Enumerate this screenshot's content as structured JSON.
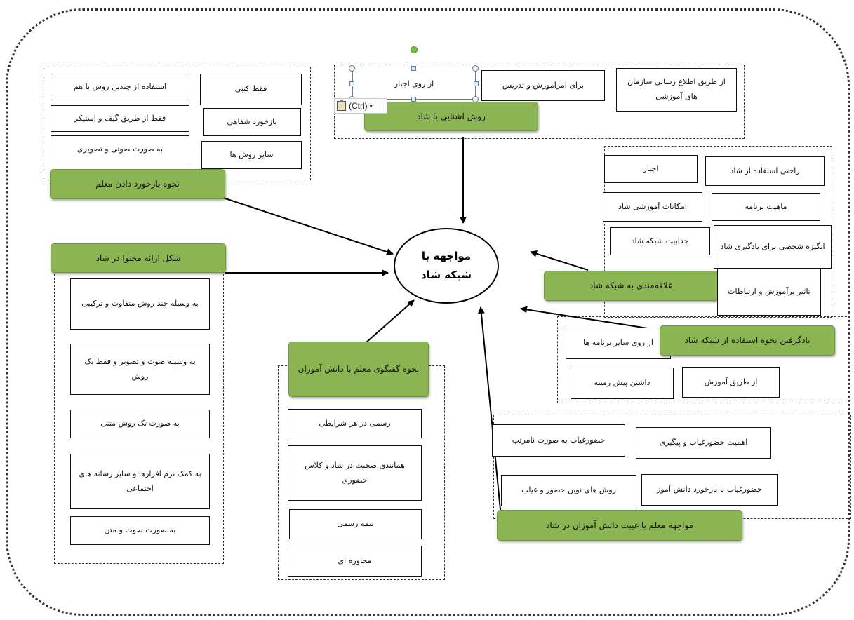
{
  "center": {
    "label": "مواجهه با شبکه شاد"
  },
  "edit_ui": {
    "paste_label": "(Ctrl)",
    "paste_caret": "▾"
  },
  "top": {
    "title": "روش آشنایی با شاد",
    "boxes": [
      "از روی اجبار",
      "برای امرآموزش و تدریس",
      "از طریق اطلاع رسانی سازمان های آموزشی"
    ]
  },
  "feedback": {
    "title": "نحوه بازخورد دادن معلم",
    "boxes": [
      "استفاده از چندین روش با هم",
      "فقط کتبی",
      "فقط از طریق گیف و استیکر",
      "بازخورد شفاهی",
      "به صورت صوتی و تصویری",
      "سایر روش ها"
    ]
  },
  "interest": {
    "title": "علاقه‌مندی به شبکه شاد",
    "boxes": [
      "اجبار",
      "راحتی استفاده از شاد",
      "امکانات آموزشی شاد",
      "ماهیت برنامه",
      "جذابیت شبکه شاد",
      "انگیزه شخصی برای یادگیری شاد",
      "تاثیر برآموزش و ارتباطات"
    ]
  },
  "content": {
    "title": "شکل ارائه محتوا در شاد",
    "boxes": [
      "به وسیله چند روش متفاوت و ترکیبی",
      "به وسیله صوت و تصویر و فقط یک روش",
      "به صورت تک روش متنی",
      "به کمک نرم افزارها و سایر رسانه های اجتماعی",
      "به صورت صوت و متن"
    ]
  },
  "learning": {
    "title": "یادگرفتن نحوه استفاده از شبکه شاد",
    "boxes": [
      "از روی سایر برنامه ها",
      "از طریق آموزش",
      "داشتن پیش زمینه"
    ]
  },
  "dialogue": {
    "title": "نحوه گفتگوی معلم با دانش آموزان",
    "boxes": [
      "رسمی در هر شرایطی",
      "همانندی صحبت در شاد و کلاس حضوری",
      "نیمه رسمی",
      "محاوره ای"
    ]
  },
  "absence": {
    "title": "مواجهه معلم با غیبت دانش آموزان در شاد",
    "boxes": [
      "حضورغیاب به صورت نامرتب",
      "اهمیت حضورغیاب و پیگیری",
      "روش های نوین حضور و غیاب",
      "حضورغیاب با بازخورد دانش آموز"
    ]
  }
}
